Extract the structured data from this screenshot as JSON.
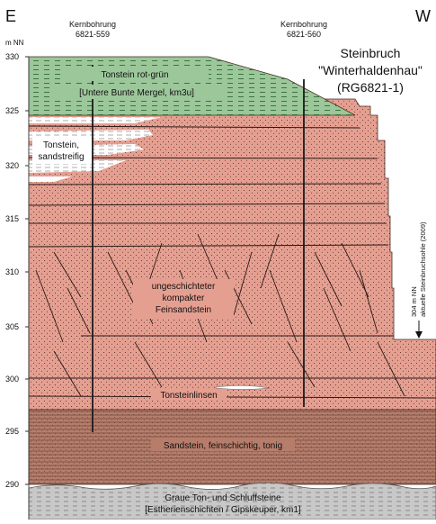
{
  "orientation": {
    "left": "E",
    "right": "W"
  },
  "axis": {
    "unit_label": "m NN",
    "ticks": [
      "330",
      "325",
      "320",
      "315",
      "310",
      "305",
      "300",
      "295",
      "290"
    ]
  },
  "boreholes": [
    {
      "label": "Kernbohrung",
      "id": "6821-559"
    },
    {
      "label": "Kernbohrung",
      "id": "6821-560"
    }
  ],
  "quarry": {
    "name_line1": "Steinbruch",
    "name_line2": "\"Winterhaldenhau\"",
    "code": "(RG6821-1)"
  },
  "floor_note": {
    "line1": "aktuelle Steinbruchsohle (2009)",
    "line2": "304 m NN"
  },
  "units": [
    {
      "key": "upper",
      "line1": "Tonstein rot-grün",
      "line2": "[Untere Bunte Mergel, km3u]"
    },
    {
      "key": "sandy",
      "line1": "Tonstein,",
      "line2": "sandstreifig"
    },
    {
      "key": "massive",
      "line1": "ungeschichteter",
      "line2": "kompakter",
      "line3": "Feinsandstein"
    },
    {
      "key": "lenses",
      "line1": "Tonsteinlinsen"
    },
    {
      "key": "laminated",
      "line1": "Sandstein, feinschichtig, tonig"
    },
    {
      "key": "base",
      "line1": "Graue Ton- und Schluffsteine",
      "line2": "[Estherienschichten / Gipskeuper, km1]"
    }
  ],
  "colors": {
    "green": "#9cc79a",
    "salmon": "#e59f91",
    "brown": "#b77d6b",
    "grey": "#c8c8c8",
    "white_band": "#ffffff"
  }
}
